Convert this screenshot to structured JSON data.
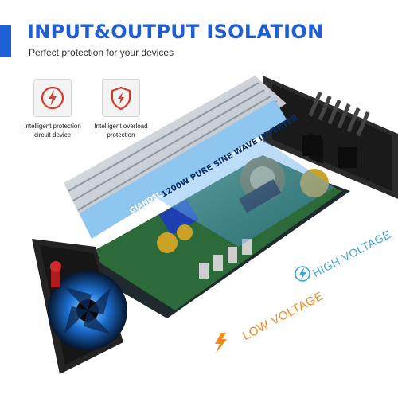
{
  "header": {
    "title": "INPUT&OUTPUT ISOLATION",
    "subtitle": "Perfect protection for your devices"
  },
  "features": [
    {
      "icon": "circuit-protection-icon",
      "label_line1": "Intelligent protection",
      "label_line2": "circuit device"
    },
    {
      "icon": "overload-protection-icon",
      "label_line1": "Intelligent overload",
      "label_line2": "protection"
    }
  ],
  "product": {
    "brand": "GIANDEL",
    "model_label": "1200W PURE SINE WAVE INVERTER"
  },
  "voltage_labels": {
    "low": "LOW VOLTAGE",
    "high": "HIGH VOLTAGE"
  },
  "colors": {
    "accent": "#1f5fd6",
    "icon_red": "#d83a2a",
    "low_voltage": "#f08a1c",
    "high_voltage": "#3fa3d8"
  }
}
